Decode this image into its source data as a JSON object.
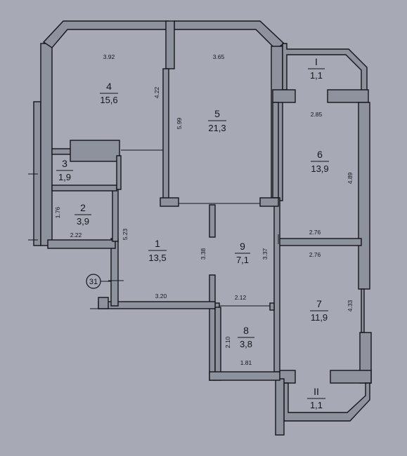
{
  "colors": {
    "background": "#a7aab4",
    "wall_fill": "#8e929c",
    "wall_stroke": "#15161b",
    "text": "#15161b"
  },
  "rooms": [
    {
      "id": "1",
      "number": "1",
      "area": "13,5"
    },
    {
      "id": "2",
      "number": "2",
      "area": "3,9"
    },
    {
      "id": "3",
      "number": "3",
      "area": "1,9"
    },
    {
      "id": "4",
      "number": "4",
      "area": "15,6"
    },
    {
      "id": "5",
      "number": "5",
      "area": "21,3"
    },
    {
      "id": "6",
      "number": "6",
      "area": "13,9"
    },
    {
      "id": "7",
      "number": "7",
      "area": "11,9"
    },
    {
      "id": "8",
      "number": "8",
      "area": "3,8"
    },
    {
      "id": "9",
      "number": "9",
      "area": "7,1"
    },
    {
      "id": "I",
      "number": "I",
      "area": "1,1"
    },
    {
      "id": "II",
      "number": "II",
      "area": "1,1"
    }
  ],
  "dimensions": {
    "r4_width": "3.92",
    "r4_height": "4.22",
    "r5_width": "3.65",
    "r5_height": "5.99",
    "r6_width": "2.85",
    "r6_height": "4.89",
    "r6_bottom": "2.76",
    "r7_top": "2.76",
    "r7_height": "4.33",
    "r2_height": "1.76",
    "r2_width": "2.22",
    "r1_height": "5.23",
    "r1_width": "3.20",
    "r9_left": "3.38",
    "r9_right": "3.37",
    "r9_bottom": "2.12",
    "r8_height": "2.10",
    "r8_width": "1.81"
  },
  "marker": {
    "label": "31"
  }
}
